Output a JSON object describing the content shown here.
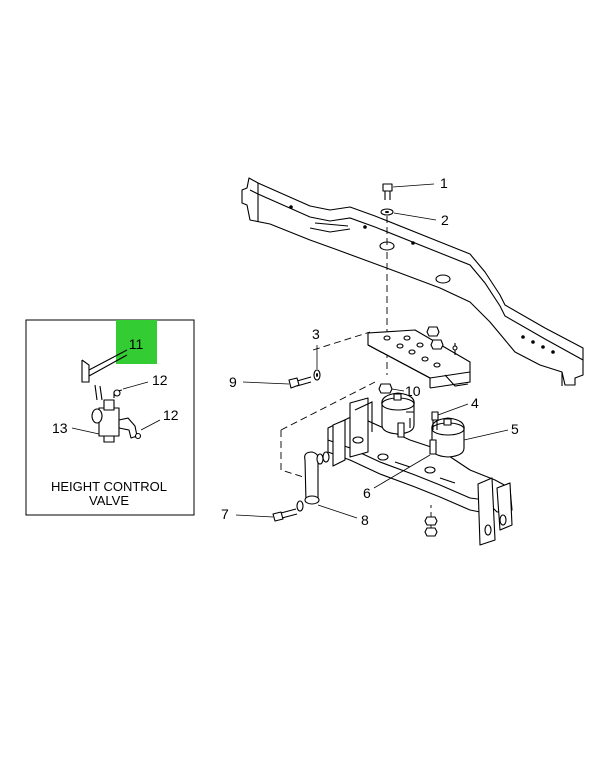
{
  "inset": {
    "caption_line1": "HEIGHT CONTROL",
    "caption_line2": "VALVE",
    "highlight_color": "#33cc33",
    "callouts": {
      "c11": "11",
      "c12a": "12",
      "c12b": "12",
      "c13": "13"
    }
  },
  "callouts": {
    "c1": "1",
    "c2": "2",
    "c3": "3",
    "c4": "4",
    "c5": "5",
    "c6": "6",
    "c7": "7",
    "c8": "8",
    "c9": "9",
    "c10": "10"
  }
}
